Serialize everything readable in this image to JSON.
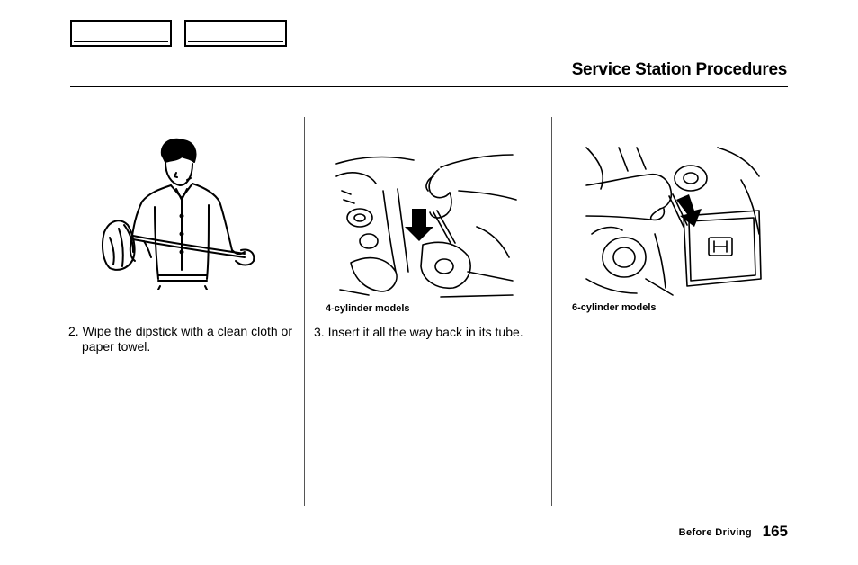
{
  "header": {
    "tabs": [
      "",
      ""
    ],
    "title": "Service Station Procedures"
  },
  "columns": [
    {
      "step_text": "2. Wipe the dipstick with a clean cloth or paper towel.",
      "caption": ""
    },
    {
      "step_text": "3. Insert it all the way back in its tube.",
      "caption": "4-cylinder  models"
    },
    {
      "step_text": "",
      "caption": "6-cylinder  models"
    }
  ],
  "figures": [
    {
      "icon": "person-wiping-dipstick-illustration"
    },
    {
      "icon": "hand-inserting-dipstick-4cyl-illustration"
    },
    {
      "icon": "hand-inserting-dipstick-6cyl-illustration"
    }
  ],
  "footer": {
    "section": "Before  Driving",
    "page_number": "165"
  }
}
